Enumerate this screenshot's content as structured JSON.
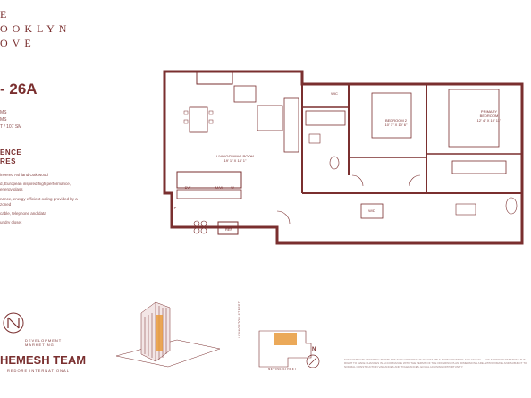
{
  "brand": {
    "line1": "E",
    "line2": "OOKLYN",
    "line3": "OVE"
  },
  "unit": {
    "title": "- 26A"
  },
  "specs": [
    "MS",
    "MS",
    "T / 107 SM"
  ],
  "section": {
    "line1": "ENCE",
    "line2": "RES"
  },
  "features": [
    "ineered Ashland Oak wood",
    "d, European inspired high performance, energy glass",
    "nance, energy efficient ooling provided by a zoned",
    "cable, telephone and data",
    "undry closet"
  ],
  "rooms": {
    "living": {
      "name": "LIVING/DINING ROOM",
      "dims": "19' 1\" X 14' 1\""
    },
    "bedroom2": {
      "name": "BEDROOM 2",
      "dims": "10' 1\" X 10' 6\""
    },
    "primary": {
      "name": "PRIMARY",
      "name2": "BEDROOM",
      "dims": "12' 4\" X 10' 11\""
    },
    "wic": "WIC",
    "wd": "W/D",
    "dw": "DW",
    "mw": "M/W",
    "w": "W",
    "ref": "REF",
    "p": "P"
  },
  "keyplan": {
    "street1": "LIVINGSTON STREET",
    "street2": "NEVINS STREET",
    "north": "N"
  },
  "developer": {
    "line1": "DEVELOPMENT",
    "line2": "MARKETING"
  },
  "team": {
    "name": "HEMESH TEAM",
    "sub": "REDORE INTERNATIONAL"
  },
  "disclaimer": "THE COMPLETE OFFERING TERMS ARE IN AN OFFERING PLAN AVAILABLE FROM SPONSOR. FILE NO. CD-... THE SPONSOR RESERVES THE RIGHT TO MAKE CHANGES IN ACCORDANCE WITH THE TERMS OF THE OFFERING PLAN. DIMENSIONS ARE APPROXIMATE AND SUBJECT TO NORMAL CONSTRUCTION VARIANCES AND TOLERANCES. EQUAL HOUSING OPPORTUNITY."
}
